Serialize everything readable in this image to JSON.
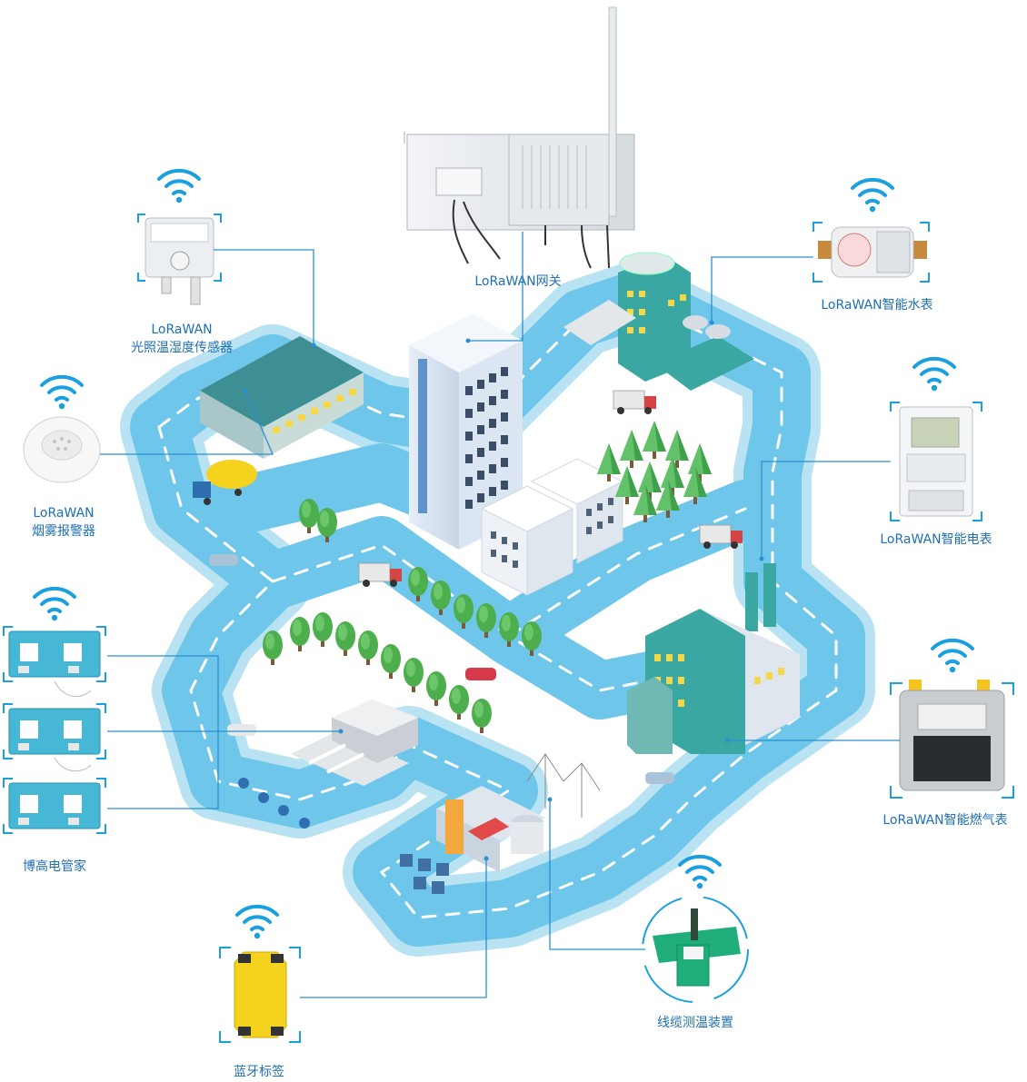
{
  "labels": {
    "gateway": "LoRaWAN网关",
    "light_temp_humidity_line1": "LoRaWAN",
    "light_temp_humidity_line2": "光照温湿度传感器",
    "smoke_line1": "LoRaWAN",
    "smoke_line2": "烟雾报警器",
    "water_meter": "LoRaWAN智能水表",
    "electric_meter": "LoRaWAN智能电表",
    "gas_meter": "LoRaWAN智能燃气表",
    "power_manager": "博高电管家",
    "bluetooth_tag": "蓝牙标签",
    "cable_temp": "线缆测温装置"
  },
  "colors": {
    "road": "#6ec6ea",
    "road_edge": "#b9e2f3",
    "label_text": "#1e6fb5",
    "connector": "#2b8fd0",
    "wifi": "#1aa0e0",
    "tree": "#4cae4c",
    "building_teal": "#3aa7a3",
    "window": "#f5d74a",
    "tag_yellow": "#f5d21e",
    "cable_green": "#1fae7a"
  }
}
